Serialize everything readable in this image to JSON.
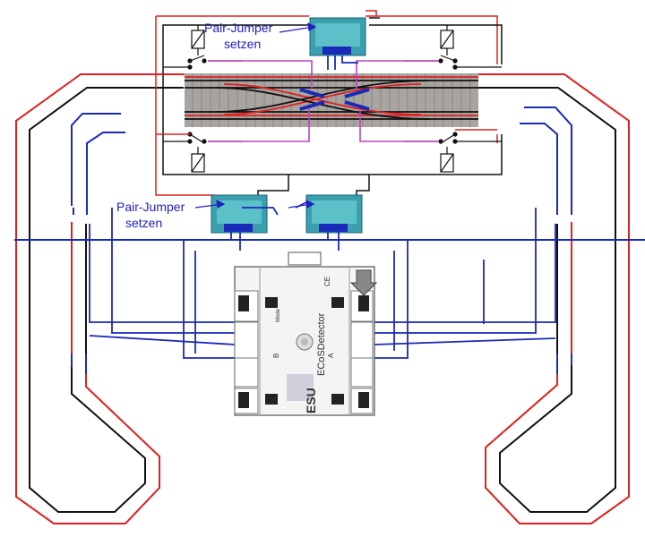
{
  "colors": {
    "red": "#e02020",
    "black": "#111111",
    "blue": "#1a2ab8",
    "magenta": "#c040c0",
    "track_bed": "#a8a4a0",
    "pcb": "#3aa0b0",
    "label": "#2020c0"
  },
  "labels": {
    "top_jumper_line1": "Pair-Jumper",
    "top_jumper_line2": "setzen",
    "left_jumper_line1": "Pair-Jumper",
    "left_jumper_line2": "setzen"
  },
  "device": {
    "brand": "ESU",
    "name": "ECoSDetector",
    "side_b": "B",
    "side_a": "A",
    "mode_label": "Mode",
    "ce_mark": "CE"
  },
  "icons": {
    "turnout_drive": "turnout-drive-icon",
    "arrow": "down-arrow-icon"
  }
}
